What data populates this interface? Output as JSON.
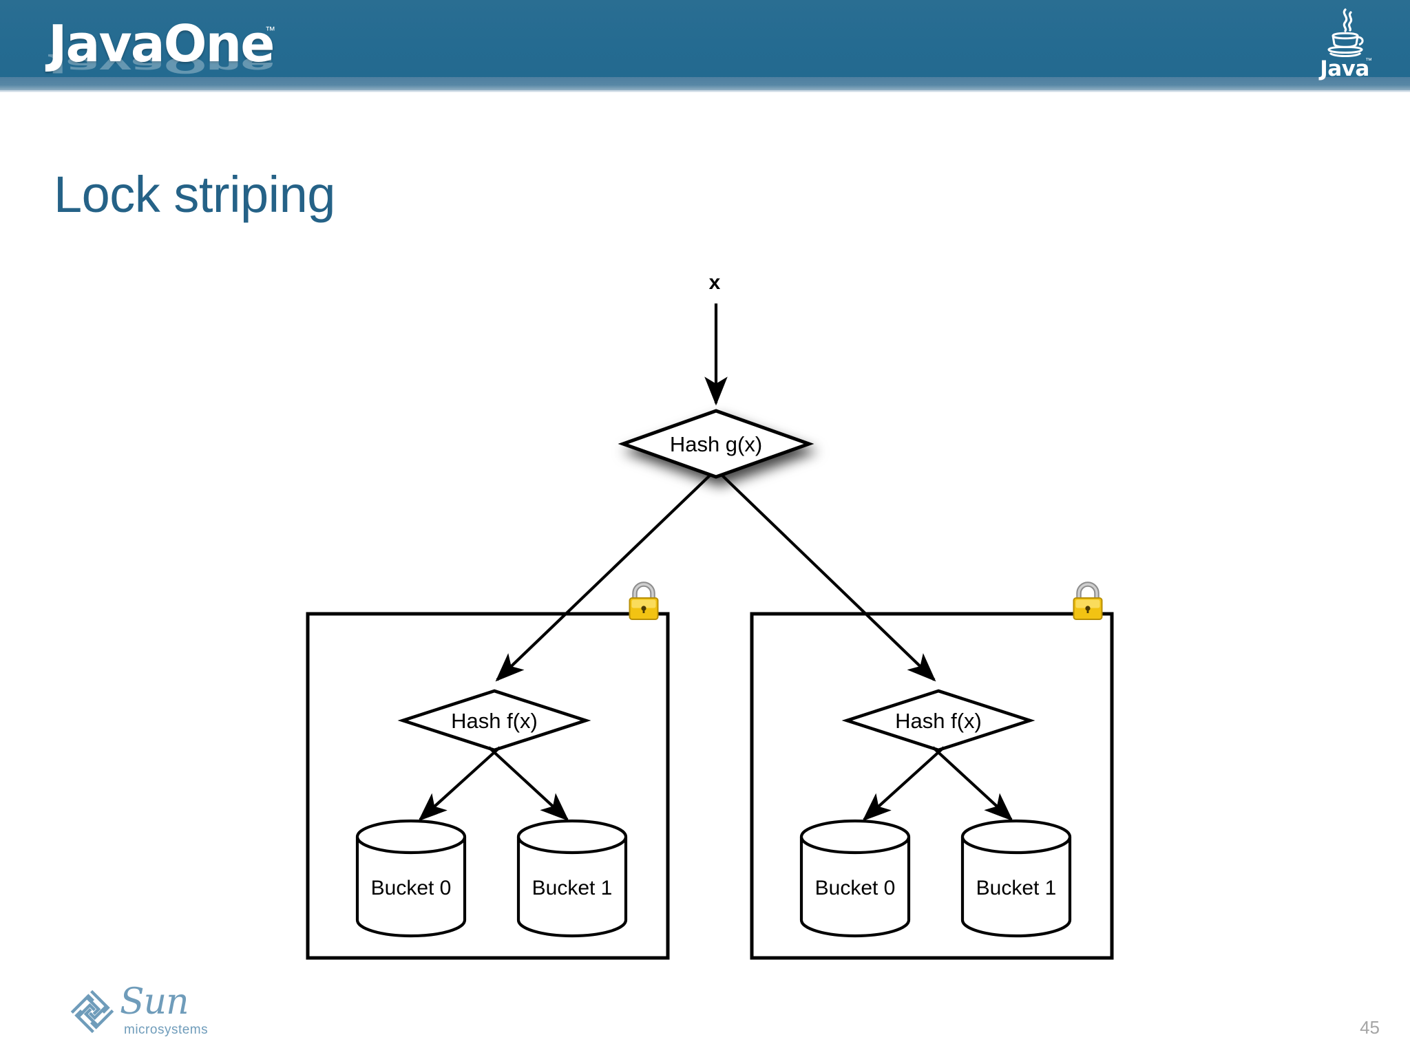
{
  "header": {
    "brand": "JavaOne",
    "brand_tm": "™",
    "java_logo_text": "Java",
    "java_logo_tm": "™",
    "band_color": "#256b91",
    "band_light_color": "#5787a5"
  },
  "title": {
    "text": "Lock striping",
    "color": "#256287"
  },
  "diagram": {
    "input_label": "x",
    "top_node": {
      "label": "Hash g(x)",
      "shape": "diamond",
      "has_shadow": true
    },
    "groups": [
      {
        "name": "stripe-0",
        "lock_icon": "padlock-icon",
        "lock_color": "#f2c313",
        "hash_node": {
          "label": "Hash f(x)",
          "shape": "diamond"
        },
        "buckets": [
          {
            "label": "Bucket 0",
            "shape": "cylinder"
          },
          {
            "label": "Bucket 1",
            "shape": "cylinder"
          }
        ]
      },
      {
        "name": "stripe-1",
        "lock_icon": "padlock-icon",
        "lock_color": "#f2c313",
        "hash_node": {
          "label": "Hash f(x)",
          "shape": "diamond"
        },
        "buckets": [
          {
            "label": "Bucket 0",
            "shape": "cylinder"
          },
          {
            "label": "Bucket 1",
            "shape": "cylinder"
          }
        ]
      }
    ]
  },
  "footer": {
    "sun_word": "Sun",
    "sun_sub": "microsystems",
    "sun_color": "#6f9cba",
    "page_number": "45"
  }
}
